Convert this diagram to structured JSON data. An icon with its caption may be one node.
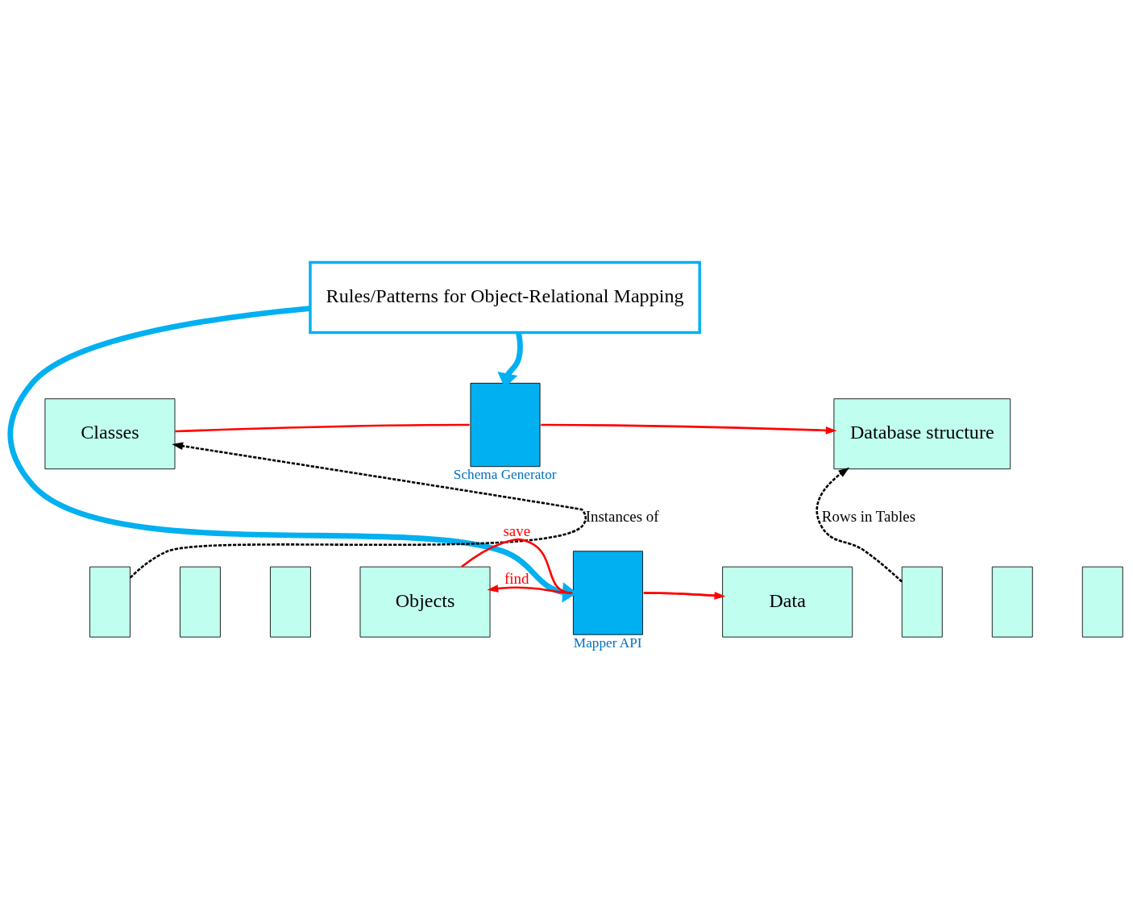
{
  "diagram": {
    "nodes": [
      {
        "text": [
          "Rules/Patterns for Object-Relational Mapping"
        ]
      },
      {
        "text": [
          "Classes"
        ]
      },
      {
        "text": [],
        "shape": "box",
        "beside": [
          "Schema Generator"
        ]
      },
      {
        "text": [
          "Database structure"
        ]
      },
      {
        "text": [],
        "shape": "box"
      },
      {
        "text": [],
        "shape": "box"
      },
      {
        "text": [],
        "shape": "box"
      },
      {
        "text": [
          "Objects"
        ]
      },
      {
        "text": [],
        "shape": "box"
      },
      {
        "text": [],
        "shape": "box"
      },
      {
        "text": [],
        "shape": "box"
      },
      {
        "text": [
          "Data"
        ]
      },
      {
        "text": [],
        "shape": "box",
        "beside": [
          "Mapper API"
        ]
      }
    ],
    "edges": [
      {
        "from": 0,
        "to": 2,
        "arrow": "to",
        "style": "thick",
        "color": "#00b0f0"
      },
      {
        "from": 0,
        "to": 12,
        "arrow": "to",
        "style": "thick",
        "color": "#00b0f0"
      },
      {
        "from": 1,
        "to": 2,
        "arrow": "none"
      },
      {
        "from": 2,
        "to": 3,
        "arrow": "to"
      },
      {
        "from": 4,
        "to": 1,
        "arrow": "to",
        "label": "Instances of",
        "style": "dashed",
        "color": "#000000"
      },
      {
        "from": 8,
        "to": 3,
        "arrow": "to",
        "label": "Rows in Tables",
        "style": "dashed",
        "color": "#000000"
      },
      {
        "from": 7,
        "to": 12,
        "arrow": "none",
        "label": "save"
      },
      {
        "from": 12,
        "to": 11,
        "arrow": "to"
      },
      {
        "from": 11,
        "to": 12,
        "arrow": "none"
      },
      {
        "from": 12,
        "to": 7,
        "arrow": "to",
        "label": "find"
      }
    ]
  }
}
